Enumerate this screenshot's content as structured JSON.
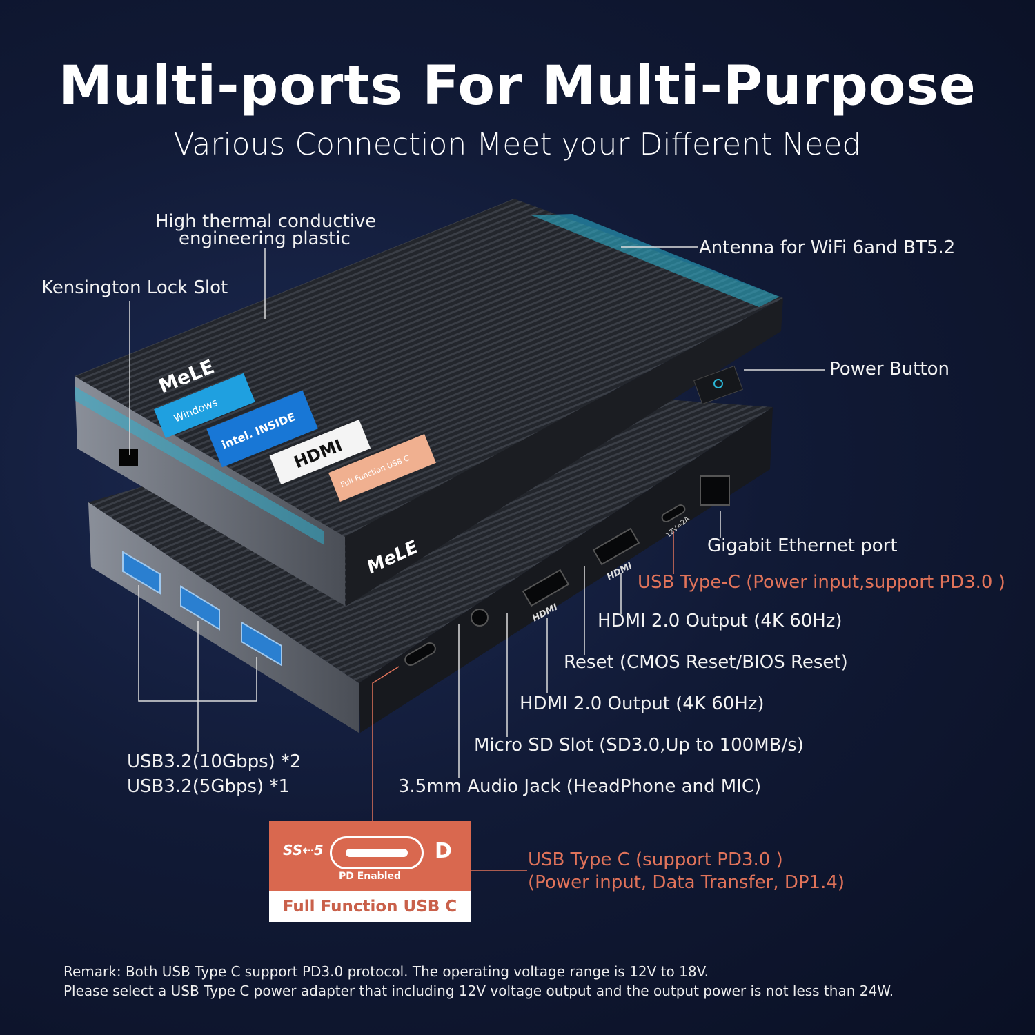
{
  "header": {
    "title": "Multi-ports For Multi-Purpose",
    "subtitle": "Various Connection Meet your Different Need"
  },
  "device": {
    "brand": "MeLE",
    "stickers": [
      "Windows",
      "intel. INSIDE",
      "HDMI",
      "Full Function USB C"
    ],
    "port_marks": {
      "hdmi": "HDMI",
      "power_c": "12V=2A"
    }
  },
  "callouts": {
    "thermal_line1": "High thermal conductive",
    "thermal_line2": "engineering plastic",
    "kensington": "Kensington Lock Slot",
    "antenna": "Antenna for WiFi 6and BT5.2",
    "power": "Power Button",
    "ethernet": "Gigabit Ethernet port",
    "usbc_power": "USB Type-C (Power input,support PD3.0 )",
    "hdmi1": "HDMI 2.0 Output (4K 60Hz)",
    "reset": "Reset (CMOS Reset/BIOS Reset)",
    "hdmi2": "HDMI 2.0 Output (4K 60Hz)",
    "microsd": "Micro SD Slot (SD3.0,Up to 100MB/s)",
    "audio": "3.5mm Audio Jack (HeadPhone and MIC)",
    "usb_a1": "USB3.2(10Gbps) *2",
    "usb_a2": "USB3.2(5Gbps) *1",
    "usbc_full1": "USB Type C  (support PD3.0 )",
    "usbc_full2": "(Power input, Data Transfer, DP1.4)"
  },
  "badge": {
    "ss": "SS⇠5",
    "pd_enabled": "PD Enabled",
    "dp": "D",
    "label": "Full Function USB C"
  },
  "remark": {
    "line1": "Remark: Both USB Type C support PD3.0 protocol. The operating voltage range is 12V to 18V.",
    "line2": "Please select a USB Type C power adapter that including 12V voltage output and the output power is not less than 24W."
  },
  "colors": {
    "accent_red": "#e0735a",
    "badge": "#d9684f",
    "cyan": "#2bb6d6"
  }
}
